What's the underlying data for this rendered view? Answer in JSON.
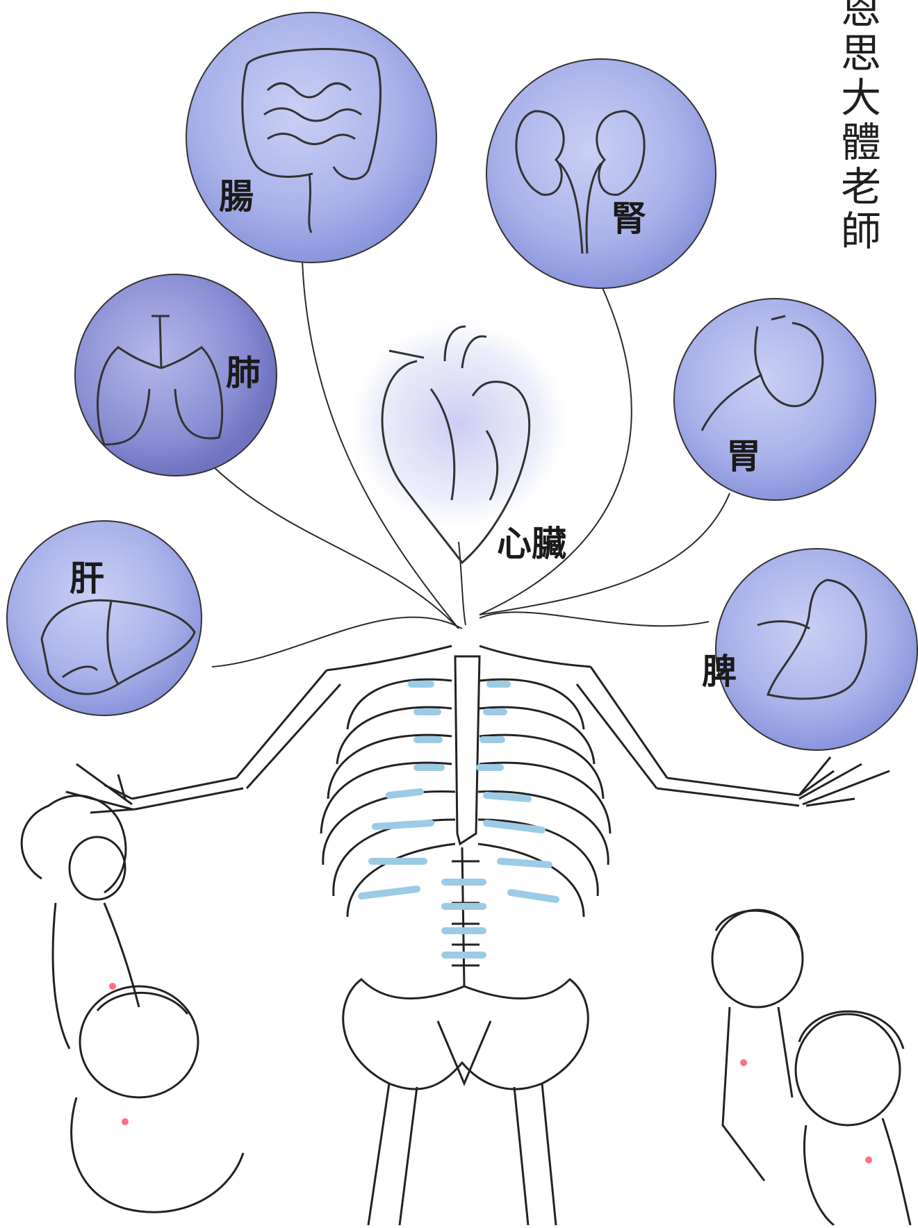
{
  "credit": {
    "text": "恩思大體老師"
  },
  "organs": {
    "intestine": {
      "label": "腸",
      "icon": "intestine-icon"
    },
    "kidney": {
      "label": "腎",
      "icon": "kidney-icon"
    },
    "lung": {
      "label": "肺",
      "icon": "lung-icon"
    },
    "heart": {
      "label": "心臟",
      "icon": "heart-icon"
    },
    "stomach": {
      "label": "胃",
      "icon": "stomach-icon"
    },
    "liver": {
      "label": "肝",
      "icon": "liver-icon"
    },
    "spleen": {
      "label": "脾",
      "icon": "spleen-icon"
    }
  },
  "colors": {
    "bubble": "#a9b3ec",
    "bubble_edge": "#7f8ad6",
    "cartilage": "#9ccbe6",
    "heart_accent": "#ff6f7d",
    "ink": "#222222"
  }
}
